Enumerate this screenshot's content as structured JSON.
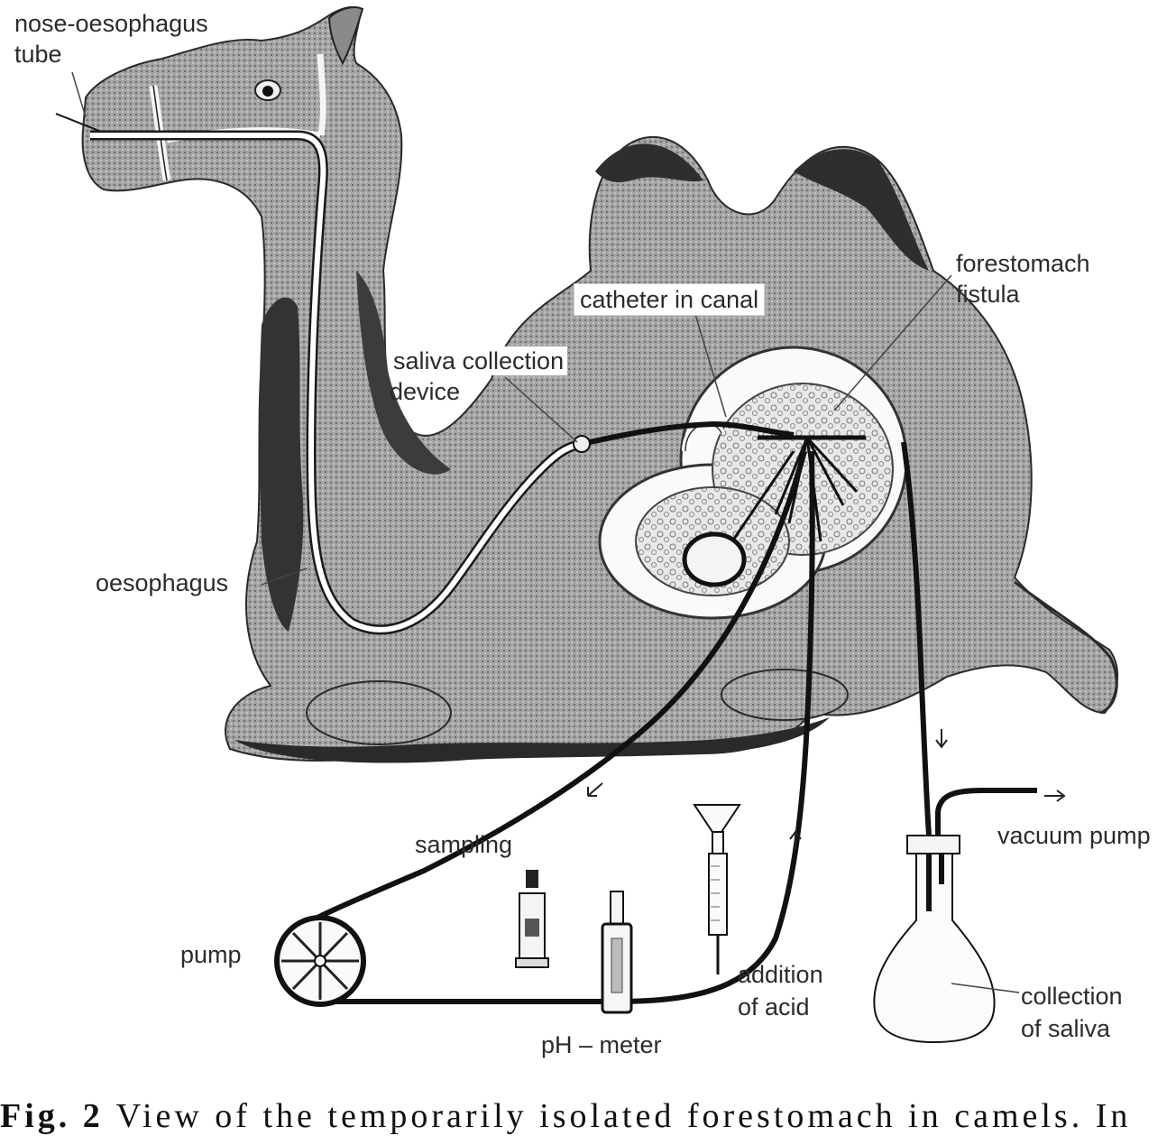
{
  "labels": {
    "nose_tube_line1": "nose-oesophagus",
    "nose_tube_line2": "tube",
    "catheter": "catheter in canal",
    "forestomach_line1": "forestomach",
    "forestomach_line2": "fistula",
    "saliva_device_line1": "saliva collection",
    "saliva_device_line2": "device",
    "oesophagus": "oesophagus",
    "sampling": "sampling",
    "vacuum_pump": "vacuum pump",
    "pump": "pump",
    "addition_line1": "addition",
    "addition_line2": "of acid",
    "collection_line1": "collection",
    "collection_line2": "of saliva",
    "ph_meter": "pH – meter"
  },
  "caption": {
    "fig_label": "Fig. 2",
    "text": "View of the temporarily isolated forestomach in camels. In"
  },
  "colors": {
    "body_fill": "#9a9a9a",
    "dark_fill": "#3a3a3a",
    "tube_stroke": "#1a1a1a",
    "organ_fill": "#f2f2f2"
  }
}
